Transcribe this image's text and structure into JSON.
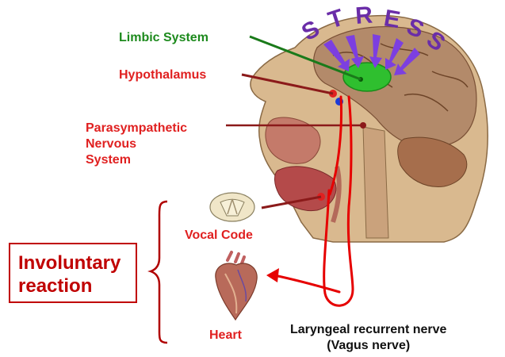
{
  "title_word": "STRESS",
  "labels": {
    "limbic_system": "Limbic System",
    "hypothalamus": "Hypothalamus",
    "parasympathetic": [
      "Parasympathetic",
      "Nervous",
      "System"
    ],
    "vocal": "Vocal Code",
    "heart": "Heart",
    "involuntary": [
      "Involuntary",
      "reaction"
    ],
    "nerve": [
      "Laryngeal recurrent nerve",
      "(Vagus nerve)"
    ]
  },
  "colors": {
    "limbic": "#1d8a1d",
    "label_red": "#e02020",
    "box_red": "#c00000",
    "stress_purple": "#6a2da8",
    "nerve": "#e60000",
    "pointer": "#8b1a1a"
  },
  "icons": [
    "vocal-cords-icon",
    "heart-icon",
    "head-cross-section-illustration"
  ]
}
